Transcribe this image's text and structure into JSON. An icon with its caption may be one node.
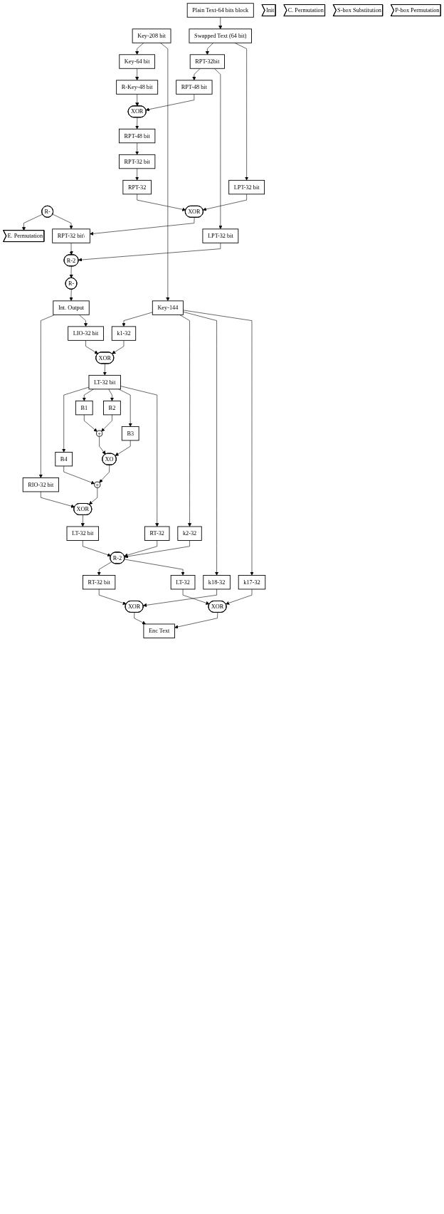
{
  "diagram": {
    "nodes": [
      {
        "text": [
          "Key-208 bit"
        ]
      },
      {
        "text": [
          "Plain Text-64 bits block"
        ]
      },
      {
        "text": [
          "Key-64 bit"
        ]
      },
      {
        "text": [
          "Init"
        ]
      },
      {
        "text": [
          "C. Permutation"
        ]
      },
      {
        "text": [
          "Swapped Text (64 bit)"
        ]
      },
      {
        "text": [
          "R-Key-48 bit"
        ]
      },
      {
        "text": [
          "RPT-32bit"
        ]
      },
      {
        "text": [
          "LPT-32 bit"
        ]
      },
      {
        "text": [
          "E. Permutation"
        ]
      },
      {
        "text": [
          "XOR"
        ]
      },
      {
        "text": [
          "RPT-48 bit"
        ]
      },
      {
        "text": [
          "RPT-48 bit"
        ]
      },
      {
        "text": [
          "S-box Substitution"
        ]
      },
      {
        "text": [
          "R-"
        ]
      },
      {
        "text": [
          "RPT-32 bit"
        ]
      },
      {
        "text": [
          "P-box Permutation"
        ]
      },
      {
        "text": [
          "RPT-32"
        ]
      },
      {
        "text": [
          "XOR"
        ]
      },
      {
        "text": [
          "RPT-32 bit\\"
        ]
      },
      {
        "text": [
          "LPT-32 bit"
        ]
      },
      {
        "text": [
          "R-2"
        ]
      },
      {
        "text": [
          "Int. Output"
        ]
      },
      {
        "text": [
          "R-"
        ]
      },
      {
        "text": [
          "Key-144"
        ]
      },
      {
        "text": [
          "k1-32"
        ]
      },
      {
        "text": [
          "RIO-32 bit"
        ]
      },
      {
        "text": [
          "LIO-32 bit"
        ]
      },
      {
        "text": [
          "XOR"
        ]
      },
      {
        "text": [
          "LT-32 bit"
        ]
      },
      {
        "text": [
          "B4"
        ]
      },
      {
        "text": [
          "RT-32"
        ]
      },
      {
        "text": [
          "B1"
        ]
      },
      {
        "text": [
          "B2"
        ]
      },
      {
        "text": [
          "B3"
        ]
      },
      {
        "text": [
          "+"
        ]
      },
      {
        "text": [
          "k2-32"
        ]
      },
      {
        "text": [
          "R-2"
        ]
      },
      {
        "text": [
          "XO"
        ]
      },
      {
        "text": [
          "+"
        ]
      },
      {
        "text": [
          "XOR"
        ]
      },
      {
        "text": [
          "RT-32 bit"
        ]
      },
      {
        "text": [
          "LT-32 bit"
        ]
      },
      {
        "text": [
          "LT-32"
        ]
      },
      {
        "text": [
          "XOR"
        ]
      },
      {
        "text": [
          "XOR"
        ]
      },
      {
        "text": [
          "Enc Text"
        ]
      },
      {
        "text": [
          "k17-32"
        ]
      },
      {
        "text": [
          "k18-32"
        ]
      }
    ],
    "edges": [
      {
        "from": 0,
        "to": 2,
        "arrow": "to"
      },
      {
        "from": 1,
        "to": 5,
        "arrow": "to"
      },
      {
        "from": 2,
        "to": 6,
        "arrow": "to"
      },
      {
        "from": 5,
        "to": 7,
        "arrow": "to"
      },
      {
        "from": 5,
        "to": 8,
        "arrow": "to"
      },
      {
        "from": 6,
        "to": 10,
        "arrow": "to"
      },
      {
        "from": 7,
        "to": 11,
        "arrow": "to"
      },
      {
        "from": 7,
        "to": 20,
        "arrow": "to"
      },
      {
        "from": 11,
        "to": 10,
        "arrow": "to"
      },
      {
        "from": 14,
        "to": 9,
        "arrow": "to"
      },
      {
        "from": 10,
        "to": 12,
        "arrow": "to"
      },
      {
        "from": 12,
        "to": 15,
        "arrow": "to"
      },
      {
        "from": 15,
        "to": 17,
        "arrow": "to"
      },
      {
        "from": 17,
        "to": 18,
        "arrow": "to"
      },
      {
        "from": 8,
        "to": 18,
        "arrow": "to"
      },
      {
        "from": 18,
        "to": 19,
        "arrow": "to"
      },
      {
        "from": 14,
        "to": 19,
        "arrow": "to"
      },
      {
        "from": 19,
        "to": 21,
        "arrow": "to"
      },
      {
        "from": 20,
        "to": 21,
        "arrow": "to"
      },
      {
        "from": 21,
        "to": 23,
        "arrow": "to"
      },
      {
        "from": 23,
        "to": 22,
        "arrow": "to"
      },
      {
        "from": 22,
        "to": 26,
        "arrow": "to"
      },
      {
        "from": 22,
        "to": 27,
        "arrow": "to"
      },
      {
        "from": 0,
        "to": 24,
        "arrow": "to"
      },
      {
        "from": 24,
        "to": 25,
        "arrow": "to"
      },
      {
        "from": 25,
        "to": 28,
        "arrow": "to"
      },
      {
        "from": 27,
        "to": 28,
        "arrow": "to"
      },
      {
        "from": 26,
        "to": 40,
        "arrow": "to"
      },
      {
        "from": 28,
        "to": 29,
        "arrow": "to"
      },
      {
        "from": 29,
        "to": 30,
        "arrow": "to"
      },
      {
        "from": 29,
        "to": 32,
        "arrow": "to"
      },
      {
        "from": 29,
        "to": 33,
        "arrow": "to"
      },
      {
        "from": 29,
        "to": 34,
        "arrow": "to"
      },
      {
        "from": 29,
        "to": 31,
        "arrow": "to"
      },
      {
        "from": 32,
        "to": 35,
        "arrow": "to"
      },
      {
        "from": 33,
        "to": 35,
        "arrow": "to"
      },
      {
        "from": 35,
        "to": 38,
        "arrow": "to"
      },
      {
        "from": 34,
        "to": 38,
        "arrow": "to"
      },
      {
        "from": 38,
        "to": 39,
        "arrow": "to"
      },
      {
        "from": 30,
        "to": 39,
        "arrow": "to"
      },
      {
        "from": 39,
        "to": 40,
        "arrow": "to"
      },
      {
        "from": 31,
        "to": 37,
        "arrow": "to"
      },
      {
        "from": 24,
        "to": 36,
        "arrow": "to"
      },
      {
        "from": 36,
        "to": 37,
        "arrow": "to"
      },
      {
        "from": 40,
        "to": 42,
        "arrow": "to"
      },
      {
        "from": 42,
        "to": 37,
        "arrow": "to"
      },
      {
        "from": 37,
        "to": 41,
        "arrow": "to"
      },
      {
        "from": 37,
        "to": 43,
        "arrow": "to"
      },
      {
        "from": 41,
        "to": 44,
        "arrow": "to"
      },
      {
        "from": 24,
        "to": 48,
        "arrow": "to"
      },
      {
        "from": 48,
        "to": 44,
        "arrow": "to"
      },
      {
        "from": 43,
        "to": 45,
        "arrow": "to"
      },
      {
        "from": 24,
        "to": 47,
        "arrow": "to"
      },
      {
        "from": 47,
        "to": 45,
        "arrow": "to"
      },
      {
        "from": 44,
        "to": 46,
        "arrow": "to"
      },
      {
        "from": 45,
        "to": 46,
        "arrow": "to"
      }
    ]
  }
}
